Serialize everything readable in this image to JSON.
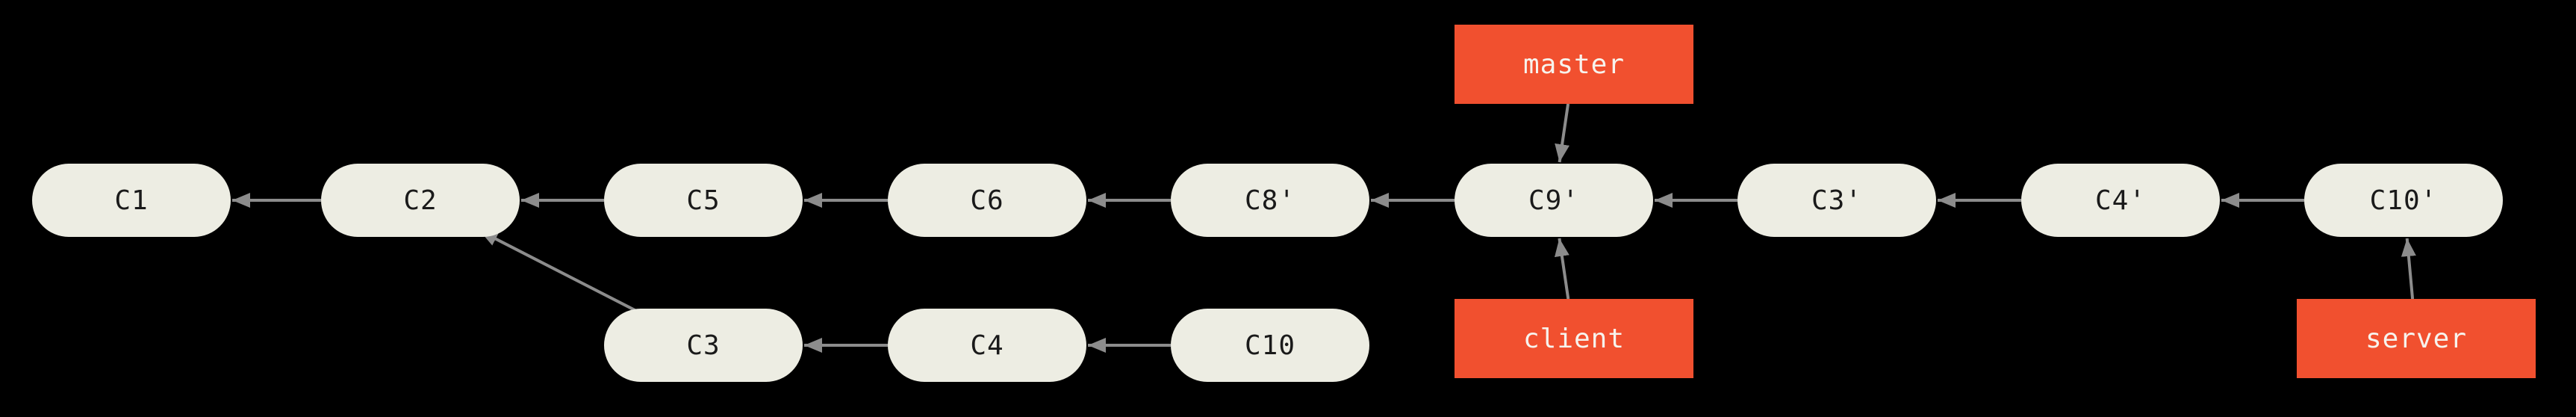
{
  "diagram": {
    "type": "git-commit-graph",
    "colors": {
      "background": "#000000",
      "commit_fill": "#EDEDE3",
      "commit_text": "#1A1A1A",
      "branch_fill": "#F1502F",
      "branch_text": "#F7F3ED",
      "arrow": "#8C8C8C"
    },
    "commits": [
      {
        "label": "C1"
      },
      {
        "label": "C2"
      },
      {
        "label": "C5"
      },
      {
        "label": "C6"
      },
      {
        "label": "C8'"
      },
      {
        "label": "C9'"
      },
      {
        "label": "C3'"
      },
      {
        "label": "C4'"
      },
      {
        "label": "C10'"
      },
      {
        "label": "C3"
      },
      {
        "label": "C4"
      },
      {
        "label": "C10"
      }
    ],
    "branches": [
      {
        "label": "master"
      },
      {
        "label": "client"
      },
      {
        "label": "server"
      }
    ],
    "edges": [
      {
        "from": "C2",
        "to": "C1"
      },
      {
        "from": "C5",
        "to": "C2"
      },
      {
        "from": "C6",
        "to": "C5"
      },
      {
        "from": "C8'",
        "to": "C6"
      },
      {
        "from": "C9'",
        "to": "C8'"
      },
      {
        "from": "C3'",
        "to": "C9'"
      },
      {
        "from": "C4'",
        "to": "C3'"
      },
      {
        "from": "C10'",
        "to": "C4'"
      },
      {
        "from": "C3",
        "to": "C2"
      },
      {
        "from": "C4",
        "to": "C3"
      },
      {
        "from": "C10",
        "to": "C4"
      },
      {
        "from": "master",
        "to": "C9'"
      },
      {
        "from": "client",
        "to": "C9'"
      },
      {
        "from": "server",
        "to": "C10'"
      }
    ]
  }
}
